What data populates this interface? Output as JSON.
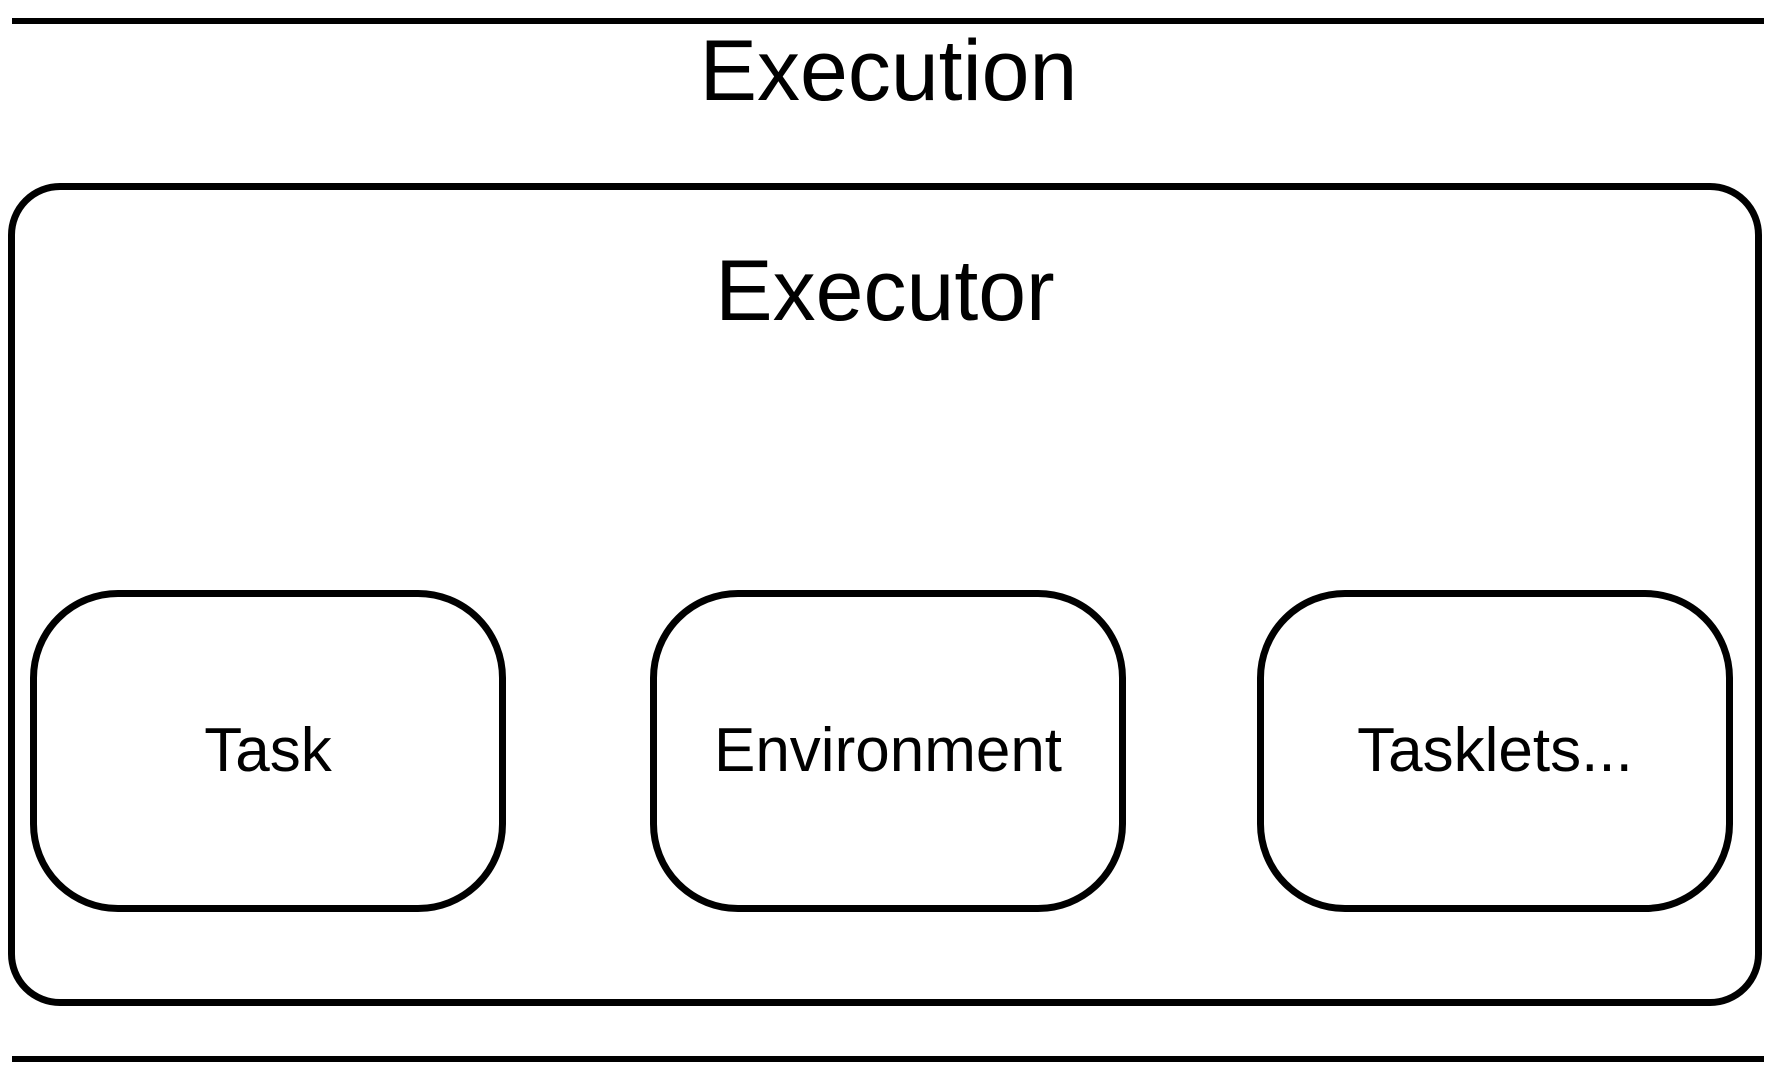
{
  "diagram": {
    "title": "Execution",
    "container": {
      "label": "Executor"
    },
    "items": [
      {
        "id": "task",
        "label": "Task"
      },
      {
        "id": "environment",
        "label": "Environment"
      },
      {
        "id": "tasklets",
        "label": "Tasklets..."
      }
    ],
    "colors": {
      "stroke": "#000000",
      "background": "#ffffff"
    }
  }
}
